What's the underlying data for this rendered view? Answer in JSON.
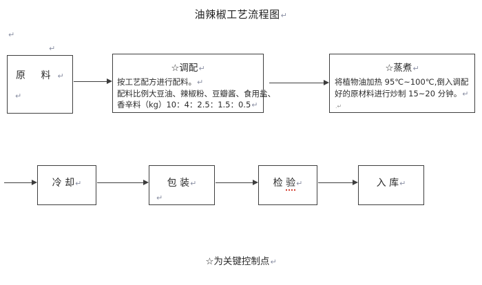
{
  "document": {
    "title": "油辣椒工艺流程图",
    "title_mark": "↵"
  },
  "marks": {
    "pilcrow": "↵",
    "tiny": ".↵"
  },
  "flow": {
    "top_row": [
      {
        "id": "raw-material",
        "label": "原  料",
        "mark": "↵",
        "extra_mark": "↵"
      },
      {
        "id": "blending",
        "heading": "☆调配",
        "heading_mark": "↵",
        "lines": [
          "按工艺配方进行配料。",
          "配料比例大豆油、辣椒粉、豆瓣酱、食用盐、",
          "香辛料（kg）10：4：2.5：1.5：0.5"
        ],
        "line_marks": [
          "↵",
          "",
          "↵"
        ]
      },
      {
        "id": "steam-cook",
        "heading": "☆蒸煮",
        "heading_mark": "↵",
        "lines": [
          "将植物油加热 95℃~100℃,倒入调配",
          "好的原材料进行炒制 15~20 分钟。"
        ],
        "line_marks": [
          "",
          "↵"
        ],
        "tiny_mark": ".↵"
      }
    ],
    "bottom_row": [
      {
        "id": "cooling",
        "label": "冷 却",
        "mark": "↵"
      },
      {
        "id": "packaging",
        "label": "包 装",
        "mark": "↵",
        "extra_mark": "↵"
      },
      {
        "id": "inspection",
        "label_prefix": "检 ",
        "label_flagged": "验",
        "mark": "↵"
      },
      {
        "id": "warehouse",
        "label": "入 库",
        "mark": "↵"
      }
    ],
    "arrows": [
      {
        "id": "raw-to-blending",
        "direction": "right"
      },
      {
        "id": "blending-to-cook",
        "direction": "right"
      },
      {
        "id": "cook-to-cooling",
        "direction": "right"
      },
      {
        "id": "cooling-to-packaging",
        "direction": "right"
      },
      {
        "id": "packaging-to-inspection",
        "direction": "right"
      },
      {
        "id": "inspection-to-warehouse",
        "direction": "right"
      }
    ]
  },
  "legend": {
    "text": "☆为关键控制点",
    "mark": "↵"
  },
  "colors": {
    "background": "#ffffff",
    "stroke": "#3d3d3d",
    "text": "#2b2b2b",
    "mark": "#8a8fa3",
    "spellcheck_underline": "#d33a2c"
  }
}
